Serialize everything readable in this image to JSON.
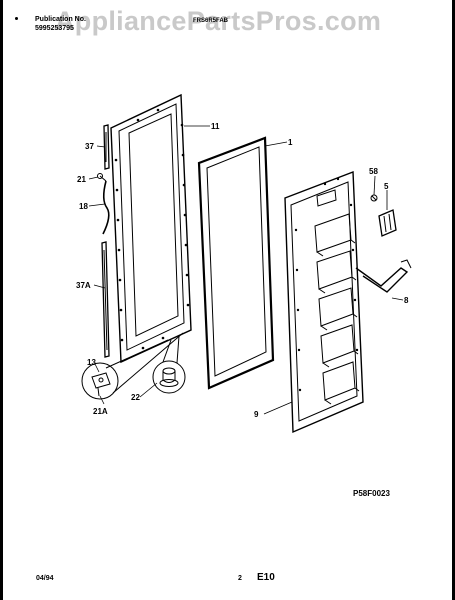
{
  "header": {
    "publication_label": "Publication No.",
    "publication_number": "5995253795",
    "model_code": "FRS6R5FAB"
  },
  "watermark": "AppliancePartsPros.com",
  "part_labels": {
    "p11": "11",
    "p1": "1",
    "p37": "37",
    "p21": "21",
    "p18": "18",
    "p37a": "37A",
    "p58": "58",
    "p5": "5",
    "p8": "8",
    "p13": "13",
    "p22": "22",
    "p21a": "21A",
    "p9": "9"
  },
  "footer": {
    "diagram_code": "P58F0023",
    "date_code": "04/94",
    "page_number": "2",
    "page_code": "E10"
  }
}
